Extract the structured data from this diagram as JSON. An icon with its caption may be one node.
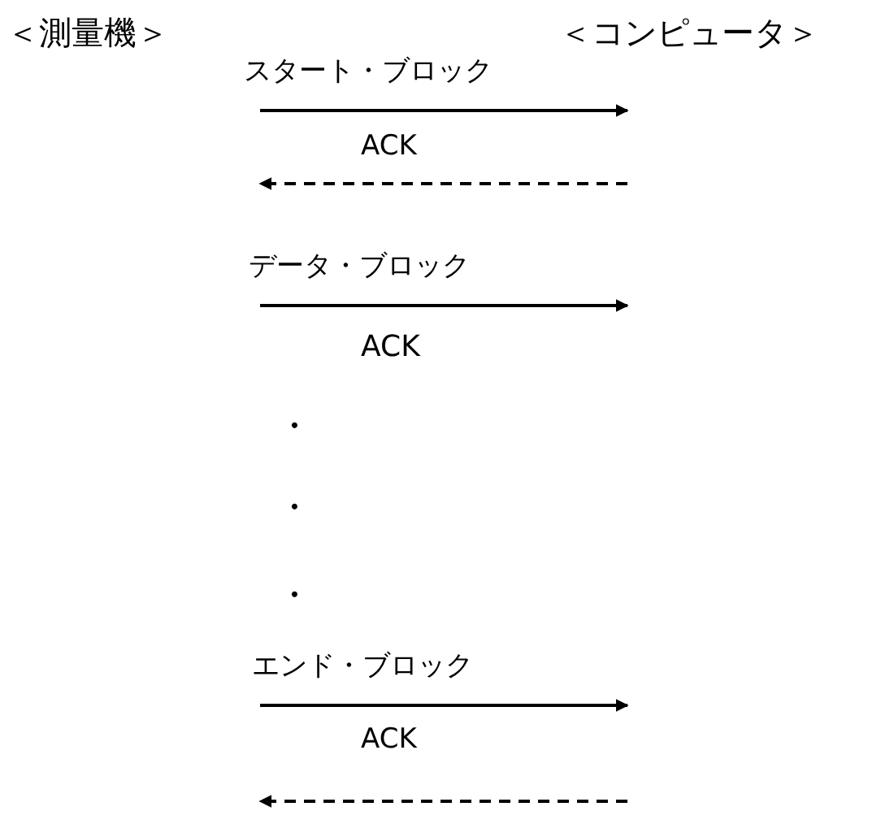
{
  "diagram": {
    "nodes": [
      {
        "text": [
          "＜測量機＞"
        ]
      },
      {
        "text": [
          "＜コンピュータ＞"
        ]
      }
    ],
    "labels": [
      "スタート・ブロック",
      "ACK",
      "データ・ブロック",
      "ACK",
      "・",
      "・",
      "・",
      "エンド・ブロック",
      "ACK"
    ]
  }
}
